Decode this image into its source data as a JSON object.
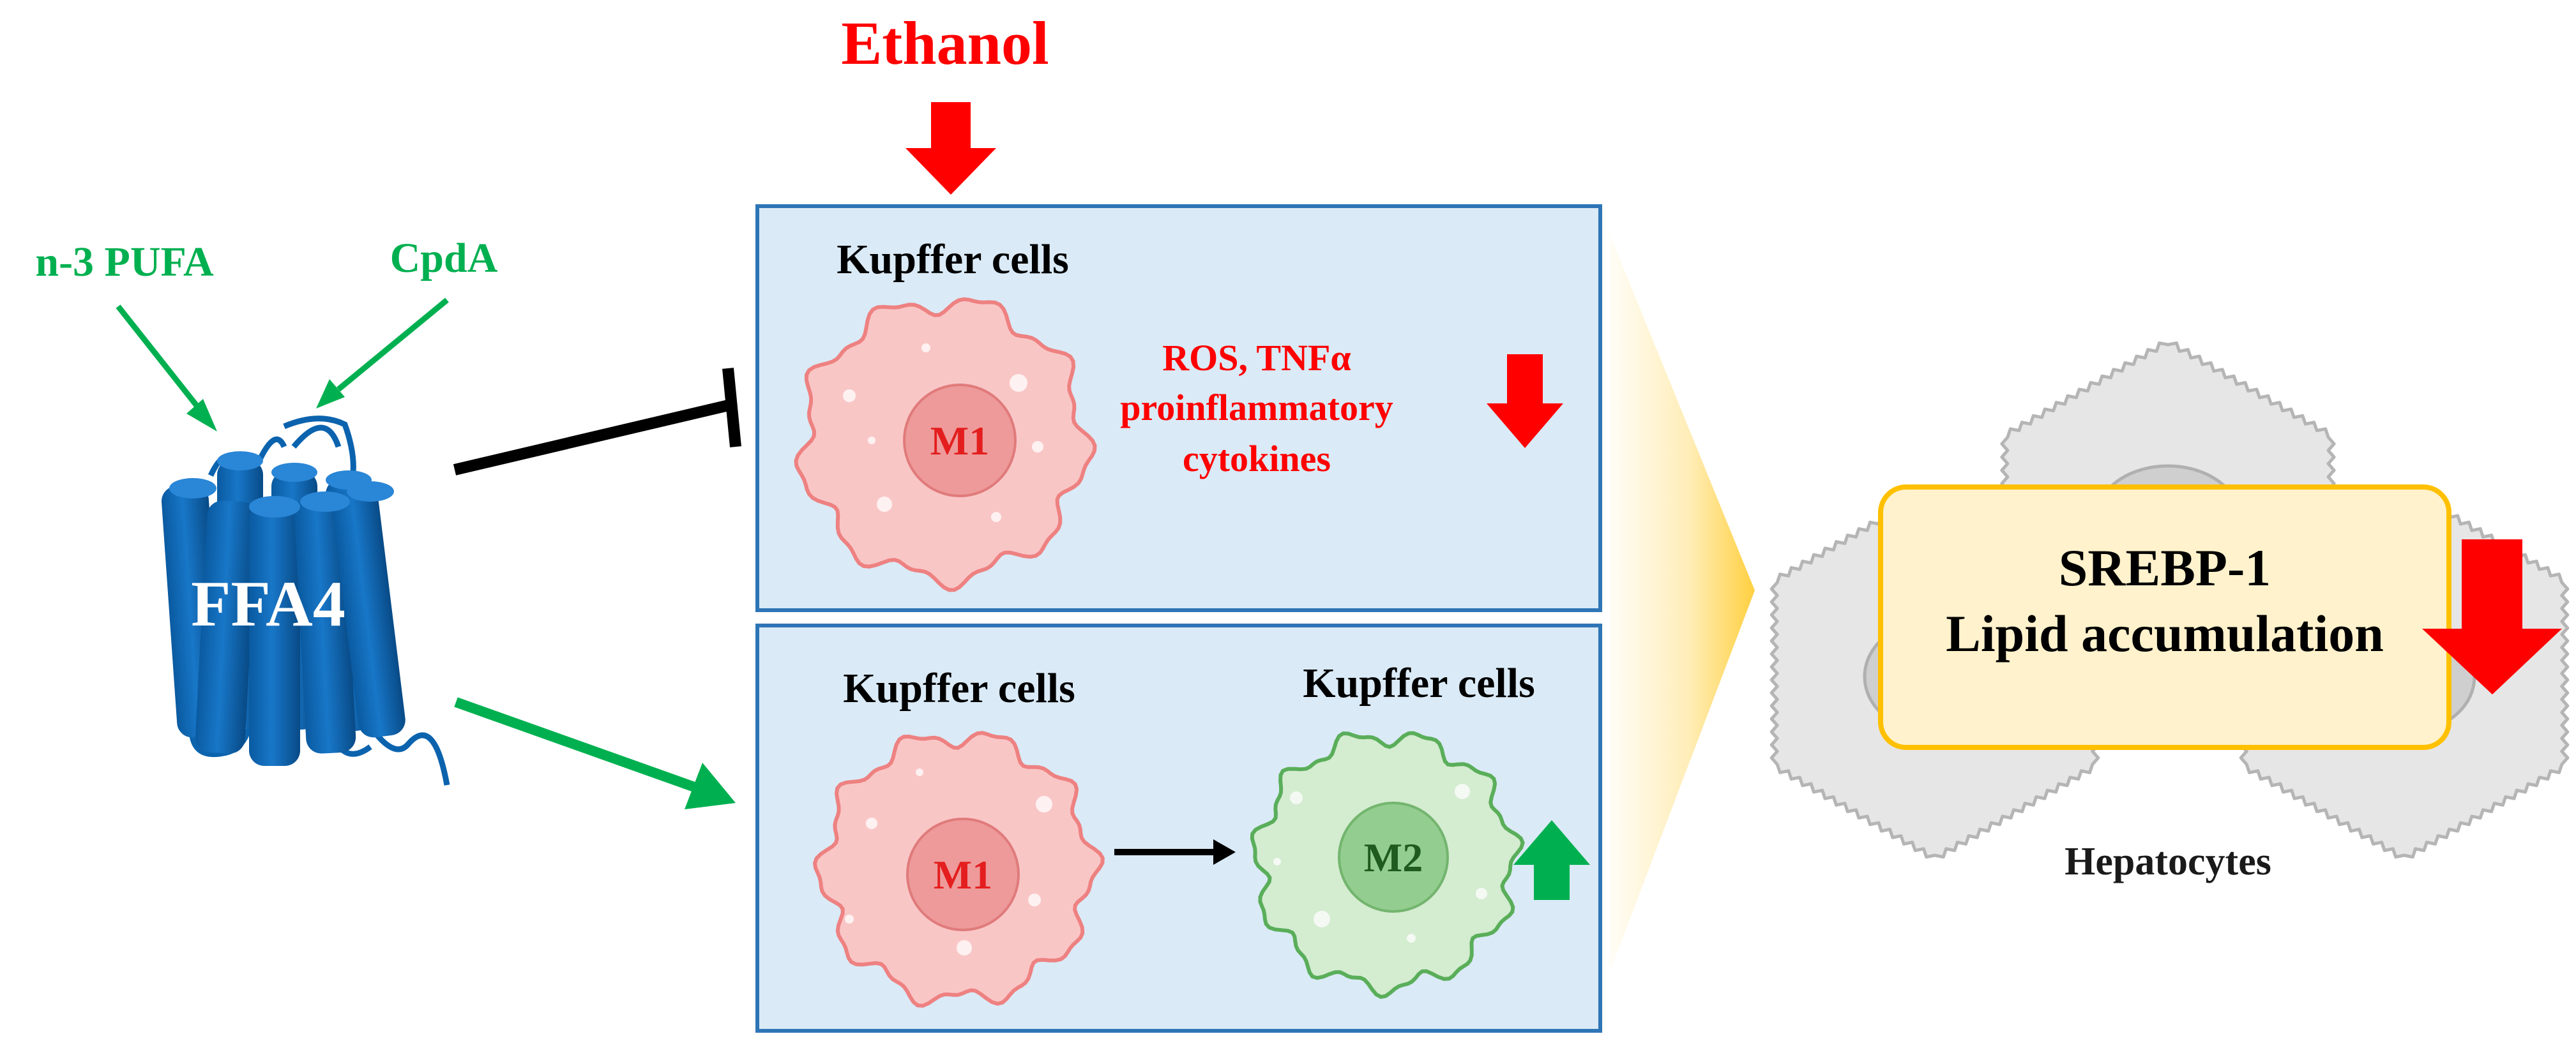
{
  "colors": {
    "red": "#ff0000",
    "green": "#00b050",
    "receptor_blue": "#0b63ae",
    "receptor_dark": "#08497f",
    "panel_fill": "#daeaf6",
    "panel_border": "#2e75b6",
    "m1_fill": "#f9c6c6",
    "m1_border": "#ee8181",
    "m1_nucleus": "#ee9a9a",
    "m2_fill": "#d4ecd0",
    "m2_border": "#5aae5a",
    "m2_nucleus": "#93cd8f",
    "srebp_fill": "#fff2cc",
    "srebp_border": "#ffc000",
    "hepatocyte_fill": "#e6e6e6",
    "hepatocyte_border": "#b5b5b5",
    "fan_color": "#ffc000",
    "black": "#000000"
  },
  "ligands": {
    "pufa": "n-3 PUFA",
    "cpda": "CpdA"
  },
  "receptor": {
    "label": "FFA4",
    "icon": "gpcr-seven-transmembrane-icon"
  },
  "stimulus": {
    "label": "Ethanol",
    "arrow_icon": "red-down-arrow-icon"
  },
  "top_panel": {
    "title": "Kupffer cells",
    "cell_label": "M1",
    "effect_lines": [
      "ROS, TNFα",
      "proinflammatory",
      "cytokines"
    ],
    "effect_icon": "red-down-arrow-icon"
  },
  "bottom_panel": {
    "left_title": "Kupffer cells",
    "left_cell": "M1",
    "right_title": "Kupffer cells",
    "right_cell": "M2",
    "conversion_icon": "black-right-arrow-icon",
    "effect_icon": "green-up-arrow-icon"
  },
  "hepatocytes": {
    "box_line1": "SREBP-1",
    "box_line2": "Lipid accumulation",
    "caption": "Hepatocytes",
    "effect_icon": "red-down-arrow-icon"
  }
}
